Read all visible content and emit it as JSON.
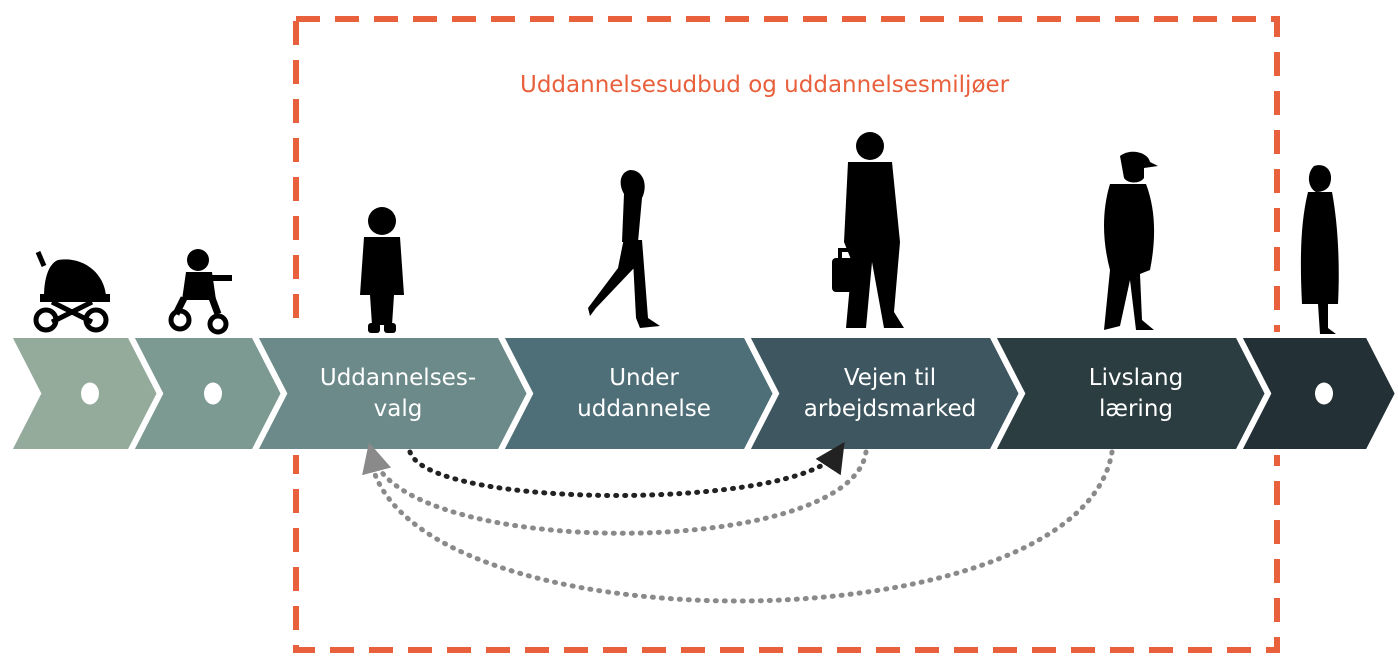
{
  "frame": {
    "title": "Uddannelsesudbud og uddannelsesmiljøer",
    "border_color": "#e8603c"
  },
  "stages": [
    {
      "id": "infant",
      "icon": "baby-stroller-icon",
      "lines": [],
      "marker": "dot",
      "color": "#94ab9c"
    },
    {
      "id": "toddler",
      "icon": "child-on-tricycle-icon",
      "lines": [],
      "marker": "dot",
      "color": "#7c9a92"
    },
    {
      "id": "choice",
      "icon": "boy-standing-icon",
      "lines": [
        "Uddannelses-",
        "valg"
      ],
      "color": "#6b8a89"
    },
    {
      "id": "studying",
      "icon": "girl-walking-icon",
      "lines": [
        "Under",
        "uddannelse"
      ],
      "color": "#4e6e78"
    },
    {
      "id": "job-path",
      "icon": "businessman-with-briefcase-icon",
      "lines": [
        "Vejen til",
        "arbejdsmarked"
      ],
      "color": "#3d5660"
    },
    {
      "id": "lifelong",
      "icon": "older-man-with-cap-icon",
      "lines": [
        "Livslang",
        "læring"
      ],
      "color": "#2c3d42"
    },
    {
      "id": "elderly",
      "icon": "elderly-woman-icon",
      "lines": [],
      "marker": "dot",
      "color": "#233035"
    }
  ],
  "arrows": [
    {
      "from": "choice",
      "to": "job-path",
      "style": "dotted",
      "color": "#222222"
    },
    {
      "from": "job-path",
      "to": "choice",
      "style": "dotted",
      "color": "#8a8a8a"
    },
    {
      "from": "lifelong",
      "to": "choice",
      "style": "dotted",
      "color": "#8a8a8a"
    }
  ]
}
